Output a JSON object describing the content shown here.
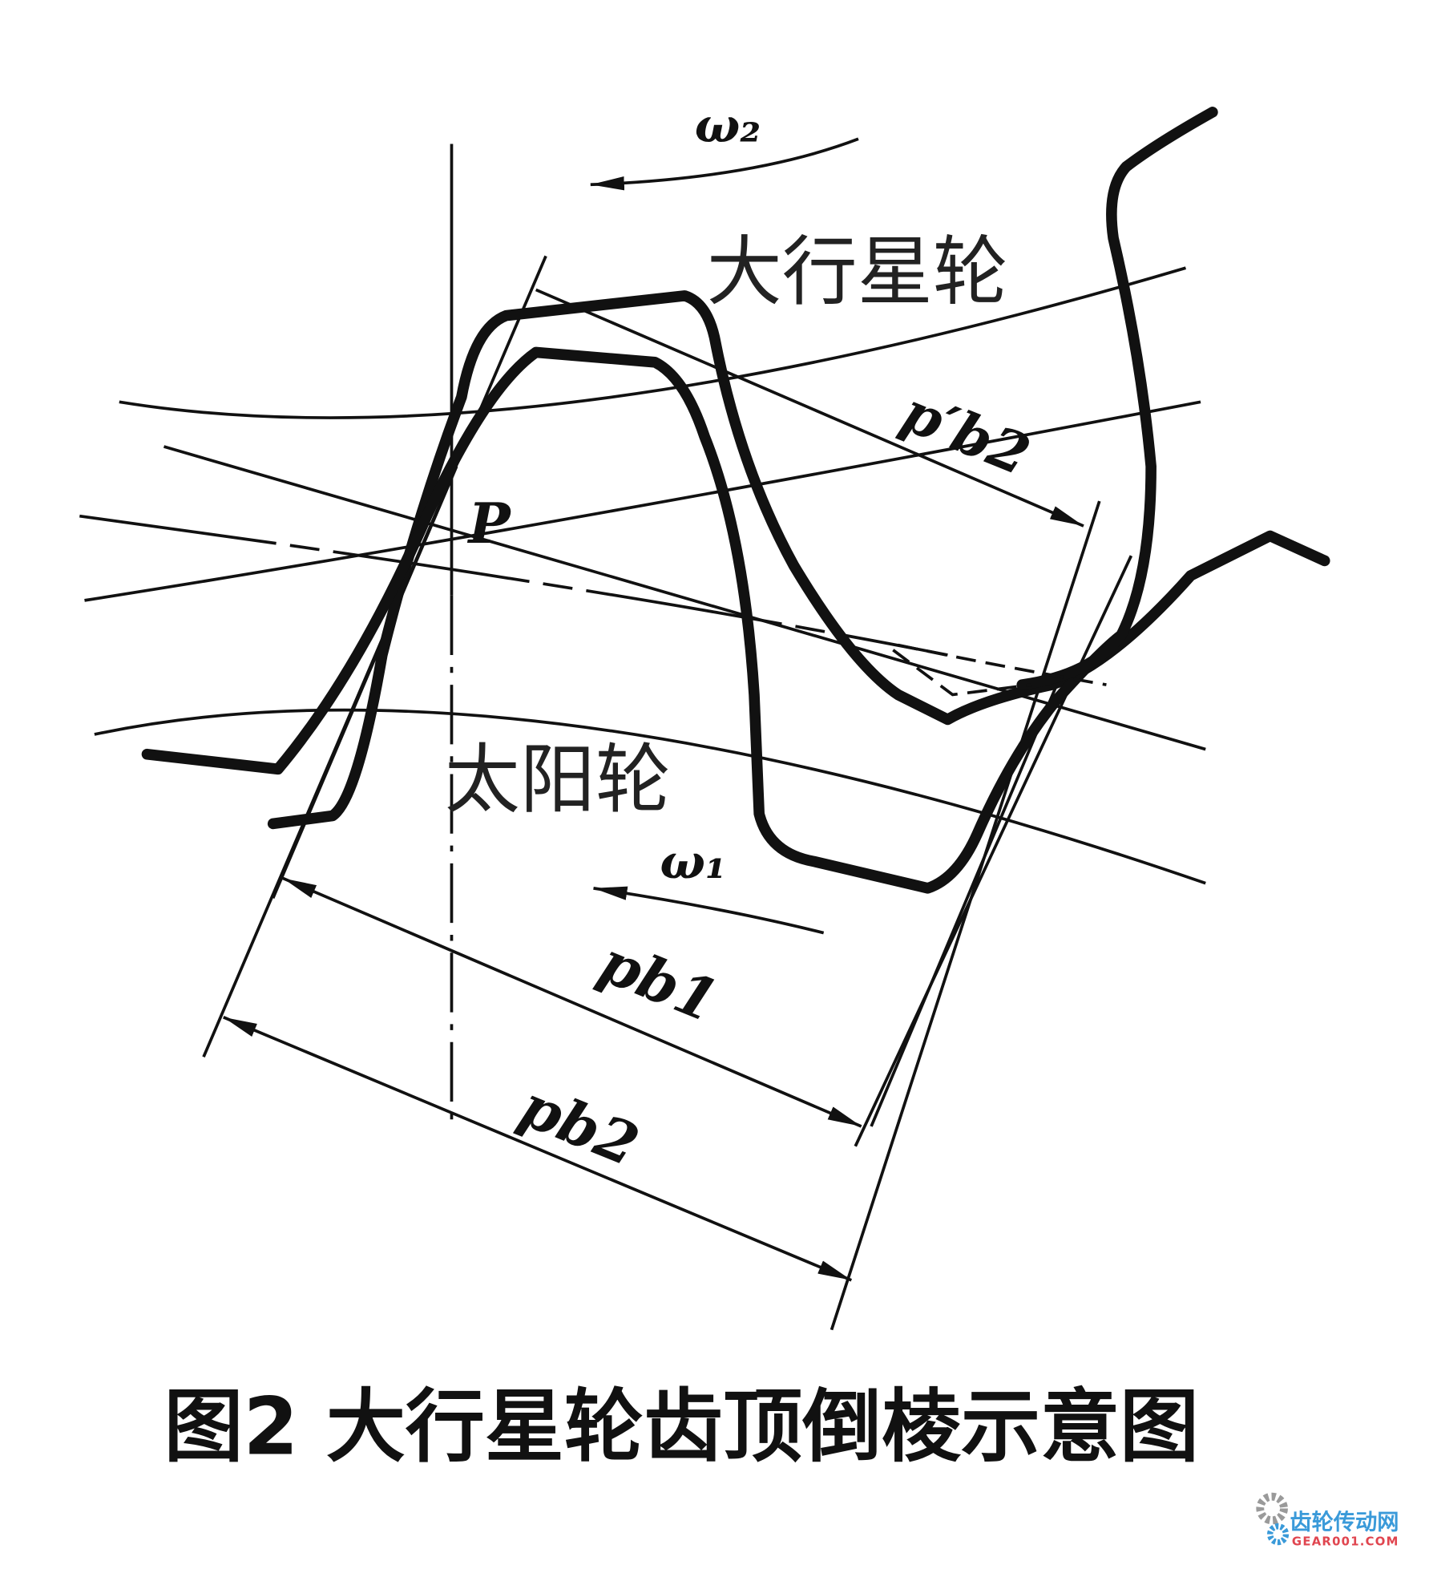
{
  "figure": {
    "caption": "图2 大行星轮齿顶倒棱示意图",
    "labels": {
      "omega2": "ω₂",
      "omega1": "ω₁",
      "planet_gear": "大行星轮",
      "sun_gear": "太阳轮",
      "pitch_point": "P",
      "p_b2_prime": "p′b2",
      "p_b1": "pb1",
      "p_b2": "pb2"
    }
  },
  "watermark": {
    "cn": "齿轮传动网",
    "en": "GEAR001.COM",
    "colors": {
      "cn": "#3a9ad9",
      "en": "#e0454f",
      "gear": "#9a9a9a"
    }
  }
}
